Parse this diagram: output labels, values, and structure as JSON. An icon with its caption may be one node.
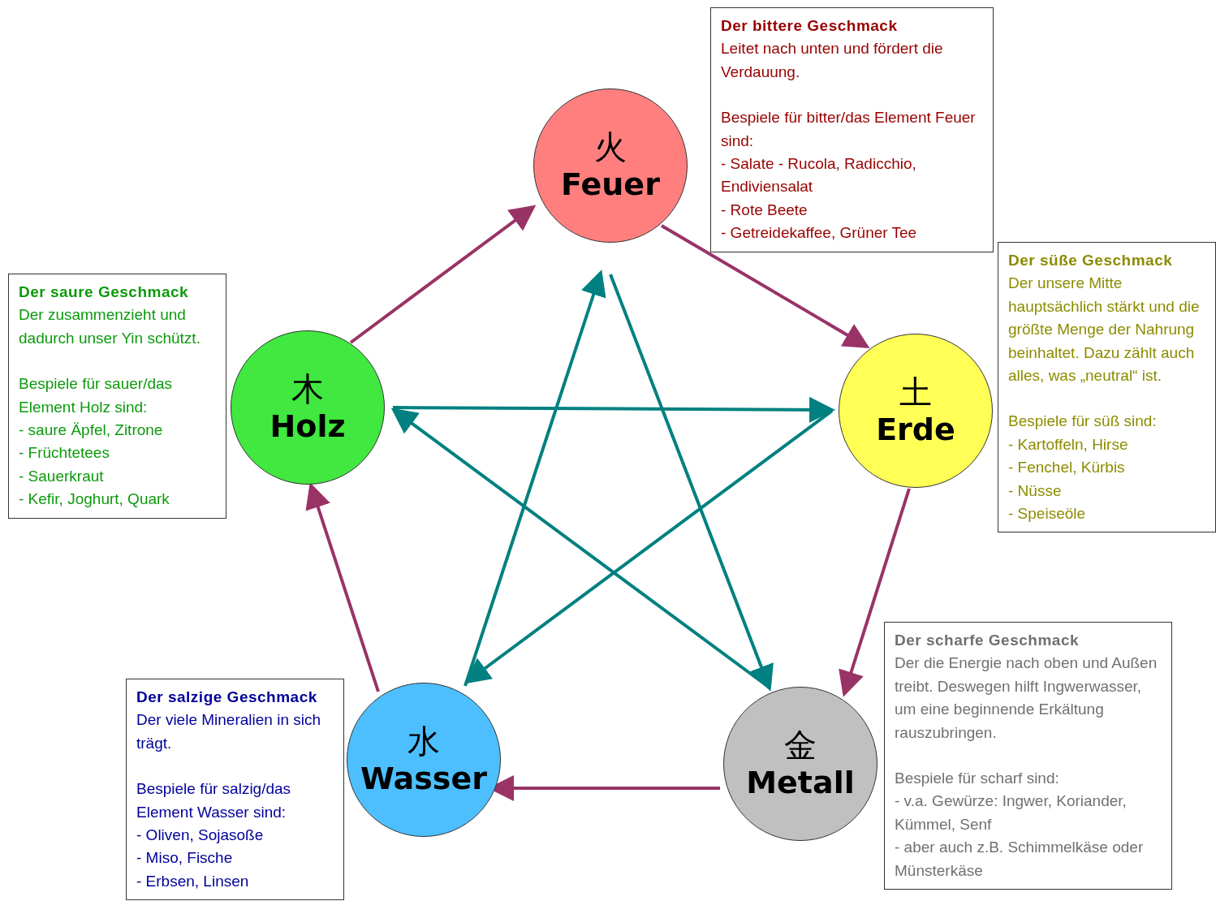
{
  "diagram": {
    "nodes": [
      {
        "text": [
          "火",
          "Feuer"
        ]
      },
      {
        "text": [
          "木",
          "Holz"
        ]
      },
      {
        "text": [
          "土",
          "Erde"
        ]
      },
      {
        "text": [
          "水",
          "Wasser"
        ]
      },
      {
        "text": [
          "金",
          "Metall"
        ]
      },
      {
        "text": [
          "Der bittere Geschmack",
          "Leitet nach unten und fördert die Verdauung.",
          "Bespiele für bitter/das Element Feuer sind:",
          "- Salate - Rucola, Radicchio, Endiviensalat",
          "- Rote Beete",
          "- Getreidekaffee, Grüner Tee"
        ]
      },
      {
        "text": [
          "Der saure Geschmack",
          "Der zusammenzieht und dadurch unser Yin schützt.",
          "Bespiele für sauer/das Element Holz sind:",
          "- saure Äpfel, Zitrone",
          "- Früchtetees",
          "- Sauerkraut",
          "- Kefir, Joghurt, Quark"
        ]
      },
      {
        "text": [
          "Der süße Geschmack",
          "Der unsere Mitte hauptsächlich stärkt und die größte Menge der Nahrung beinhaltet. Dazu zählt auch alles, was „neutral“ ist.",
          "Bespiele für süß sind:",
          "- Kartoffeln, Hirse",
          "- Fenchel, Kürbis",
          "- Nüsse",
          "- Speiseöle"
        ]
      },
      {
        "text": [
          "Der salzige Geschmack",
          "Der viele Mineralien in sich trägt.",
          "Bespiele für salzig/das Element Wasser sind:",
          "- Oliven, Sojasoße",
          "- Miso, Fische",
          "- Erbsen, Linsen"
        ]
      },
      {
        "text": [
          "Der scharfe Geschmack",
          "Der die Energie nach oben und Außen treibt. Deswegen hilft Ingwerwasser, um eine beginnende Erkältung rauszubringen.",
          "Bespiele für scharf sind:",
          "- v.a. Gewürze: Ingwer, Koriander, Kümmel, Senf",
          "- aber auch z.B. Schimmelkäse oder Münsterkäse"
        ]
      }
    ],
    "edges": [
      {
        "from": 1,
        "to": 0,
        "arrow": "to",
        "color": "#993366"
      },
      {
        "from": 0,
        "to": 2,
        "arrow": "to",
        "color": "#993366"
      },
      {
        "from": 2,
        "to": 4,
        "arrow": "to",
        "color": "#993366"
      },
      {
        "from": 4,
        "to": 3,
        "arrow": "to",
        "color": "#993366"
      },
      {
        "from": 3,
        "to": 1,
        "arrow": "to",
        "color": "#993366"
      },
      {
        "from": 1,
        "to": 2,
        "arrow": "to",
        "color": "#008080"
      },
      {
        "from": 4,
        "to": 1,
        "arrow": "to",
        "color": "#008080"
      },
      {
        "from": 3,
        "to": 0,
        "arrow": "to",
        "color": "#008080"
      },
      {
        "from": 0,
        "to": 4,
        "arrow": "to",
        "color": "#008080"
      },
      {
        "from": 2,
        "to": 3,
        "arrow": "to",
        "color": "#008080"
      }
    ]
  }
}
